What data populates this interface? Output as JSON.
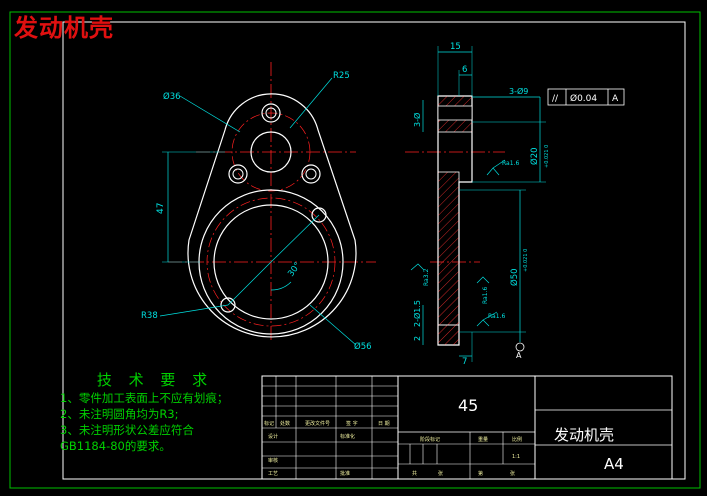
{
  "drawing_title": "发动机壳",
  "technical_requirements": {
    "heading": "技 术 要 求",
    "items": [
      "1、零件加工表面上不应有划痕；",
      "2、未注明圆角均为R3;",
      "3、未注明形状公差应符合",
      "GB1184-80的要求。"
    ]
  },
  "front_view": {
    "labels": {
      "dia_top_hole": "Ø36",
      "radius_top": "R25",
      "height": "47",
      "angle": "30°",
      "radius_bottom": "R38",
      "dia_bottom": "Ø56"
    }
  },
  "side_view": {
    "labels": {
      "width_total": "15",
      "width_step": "6",
      "holes": "3-Ø9",
      "hole_depth": "3-Ø",
      "dia_20": "Ø20",
      "dia_20_tol": "+0.021 0",
      "dia_50": "Ø50",
      "dia_50_tol": "+0.021 0",
      "roughness_1": "Ra1.6",
      "roughness_2": "Ra1.6",
      "roughness_3": "Ra1.6",
      "roughness_4": "Ra3.2",
      "chamfer_1": "2-Ø1.5",
      "chamfer_2": "2",
      "width_bottom": "7"
    },
    "tolerance_frame": {
      "symbol": "//",
      "value": "Ø0.04",
      "datum": "A"
    },
    "datum_label": "A"
  },
  "title_block": {
    "material": "45",
    "part_name": "发动机壳",
    "sheet_size": "A4",
    "small_labels": [
      "标记",
      "处数",
      "更改文件号",
      "签 字",
      "日 期",
      "设计",
      "标准化",
      "审核",
      "工艺",
      "批准",
      "阶段标记",
      "重量",
      "比例",
      "共",
      "张",
      "第",
      "张",
      "1:1"
    ]
  },
  "colors": {
    "outline": "#ffffff",
    "center_line": "#ff2020",
    "dimension": "#00e0e0",
    "hidden": "#ff3030",
    "text_green": "#00d000",
    "title_red": "#e01010"
  }
}
